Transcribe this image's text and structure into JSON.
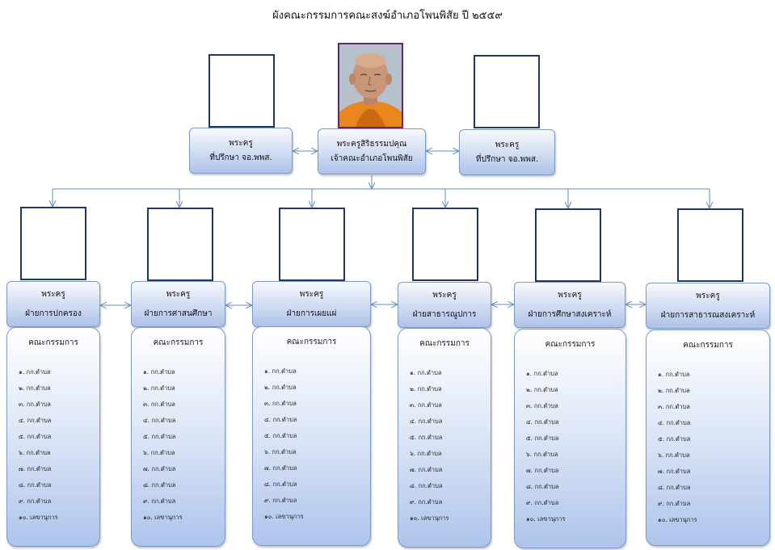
{
  "title": "ผังคณะกรรมการคณะสงฆ์อำเภอโพนพิสัย ปี ๒๕๕๙",
  "leader": {
    "line1": "พระครูสิริธรรมปคุณ",
    "line2": "เจ้าคณะอำเภอโพนพิสัย",
    "photo_icon": "monk-portrait-photo"
  },
  "advisors": [
    {
      "line1": "พระครู",
      "line2": "ที่ปรึกษา จอ.พพส."
    },
    {
      "line1": "พระครู",
      "line2": "ที่ปรึกษา จอ.พพส."
    }
  ],
  "departments": [
    {
      "line1": "พระครู",
      "line2": "ฝ่ายการปกครอง",
      "committee": {
        "heading": "คณะกรรมการ",
        "items": [
          "๑. กก.ตำบล",
          "๒. กก.ตำบล",
          "๓. กก.ตำบล",
          "๔. กก.ตำบล",
          "๕. กก.ตำบล",
          "๖. กก.ตำบล",
          "๗. กก.ตำบล",
          "๘. กก.ตำบล",
          "๙. กก.ตำบล",
          "๑๐. เลขานุการ"
        ]
      }
    },
    {
      "line1": "พระครู",
      "line2": "ฝ่ายการศาสนศึกษา",
      "committee": {
        "heading": "คณะกรรมการ",
        "items": [
          "๑. กก.ตำบล",
          "๒. กก.ตำบล",
          "๓. กก.ตำบล",
          "๔. กก.ตำบล",
          "๕. กก.ตำบล",
          "๖. กก.ตำบล",
          "๗. กก.ตำบล",
          "๘. กก.ตำบล",
          "๙. กก.ตำบล",
          "๑๐. เลขานุการ"
        ]
      }
    },
    {
      "line1": "พระครู",
      "line2": "ฝ่ายการเผยแผ่",
      "committee": {
        "heading": "คณะกรรมการ",
        "items": [
          "๑. กก.ตำบล",
          "๒. กก.ตำบล",
          "๓. กก.ตำบล",
          "๔. กก.ตำบล",
          "๕. กก.ตำบล",
          "๖. กก.ตำบล",
          "๗. กก.ตำบล",
          "๘. กก.ตำบล",
          "๙. กก.ตำบล",
          "๑๐. เลขานุการ"
        ]
      }
    },
    {
      "line1": "พระครู",
      "line2": "ฝ่ายสาธารณูปการ",
      "committee": {
        "heading": "คณะกรรมการ",
        "items": [
          "๑. กก.ตำบล",
          "๒. กก.ตำบล",
          "๓. กก.ตำบล",
          "๔. กก.ตำบล",
          "๕. กก.ตำบล",
          "๖. กก.ตำบล",
          "๗. กก.ตำบล",
          "๘. กก.ตำบล",
          "๙. กก.ตำบล",
          "๑๐. เลขานุการ"
        ]
      }
    },
    {
      "line1": "พระครู",
      "line2": "ฝ่ายการศึกษาสงเคราะห์",
      "committee": {
        "heading": "คณะกรรมการ",
        "items": [
          "๑. กก.ตำบล",
          "๒. กก.ตำบล",
          "๓. กก.ตำบล",
          "๔. กก.ตำบล",
          "๕. กก.ตำบล",
          "๖. กก.ตำบล",
          "๗. กก.ตำบล",
          "๘. กก.ตำบล",
          "๙. กก.ตำบล",
          "๑๐. เลขานุการ"
        ]
      }
    },
    {
      "line1": "พระครู",
      "line2": "ฝ่ายการสาธารณสงเคราะห์",
      "committee": {
        "heading": "คณะกรรมการ",
        "items": [
          "๑. กก.ตำบล",
          "๒. กก.ตำบล",
          "๓. กก.ตำบล",
          "๔. กก.ตำบล",
          "๕. กก.ตำบล",
          "๖. กก.ตำบล",
          "๗. กก.ตำบล",
          "๘. กก.ตำบล",
          "๙. กก.ตำบล",
          "๑๐. เลขานุการ"
        ]
      }
    }
  ],
  "colors": {
    "box_border": "#7d9ac4",
    "box_fill_top": "#f7f9fd",
    "box_fill_bottom": "#aec3e8",
    "frame_border": "#1f3864",
    "connector": "#5b8bbf"
  }
}
